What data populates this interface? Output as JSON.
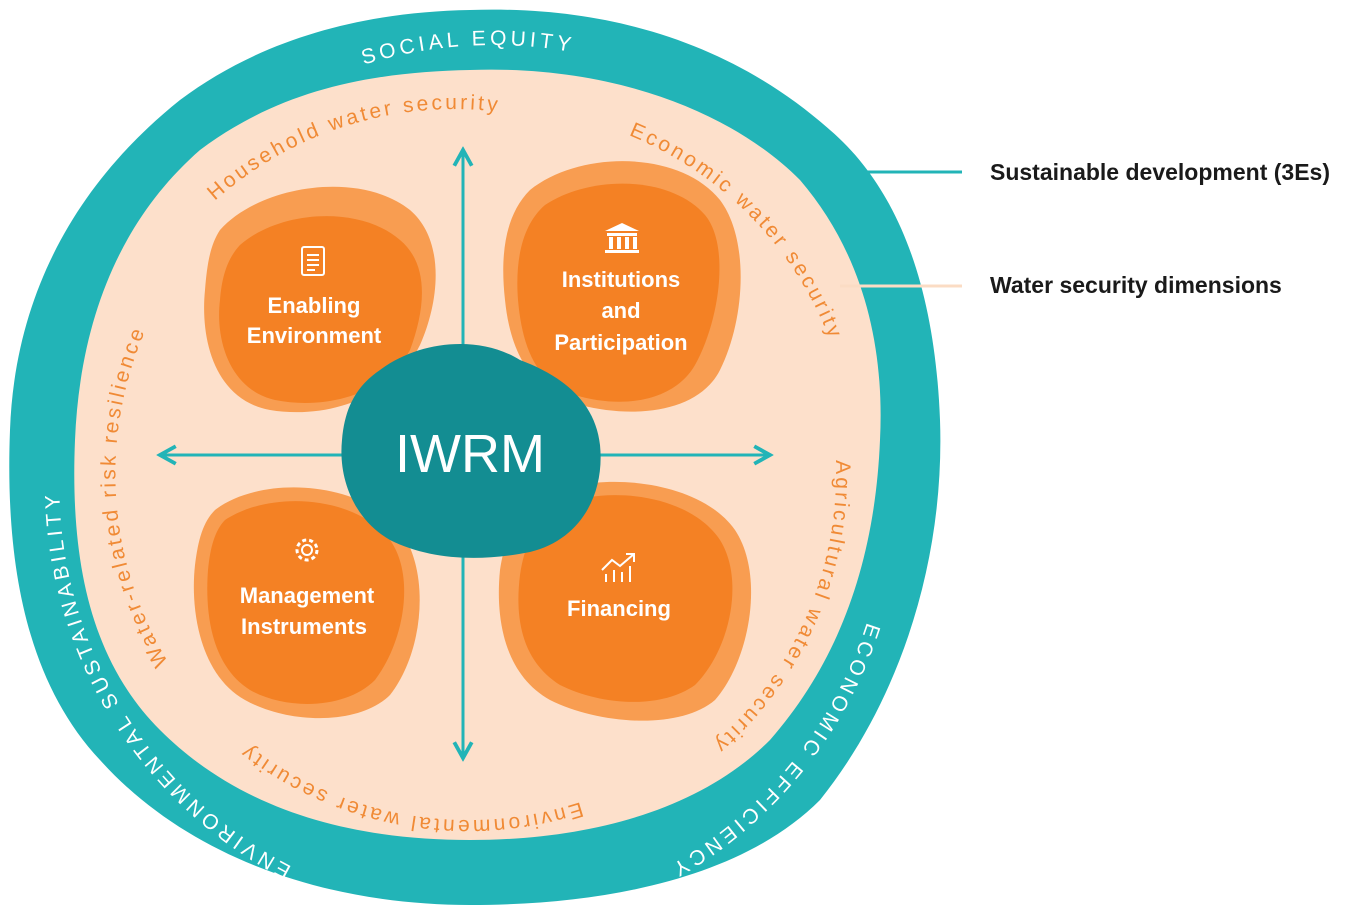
{
  "center": {
    "label": "IWRM"
  },
  "ring_outer_labels": {
    "top": "SOCIAL EQUITY",
    "left": "ENVIRONMENTAL SUSTAINABILITY",
    "right": "ECONOMIC EFFICIENCY"
  },
  "ring_inner_labels": {
    "top_left": "Household water security",
    "top_right": "Economic water security",
    "right": "Agricultural water security",
    "bottom": "Environmental water security",
    "left": "Water-related risk resilience"
  },
  "quadrants": [
    {
      "line1": "Enabling",
      "line2": "Environment",
      "icon": "document-icon"
    },
    {
      "line1": "Institutions",
      "line2": "and",
      "line3": "Participation",
      "icon": "institution-building-icon"
    },
    {
      "line1": "Management",
      "line2": "Instruments",
      "icon": "gear-icon"
    },
    {
      "line1": "Financing",
      "icon": "growth-chart-icon"
    }
  ],
  "legend": [
    {
      "label": "Sustainable development (3Es)",
      "color": "#22b4b7"
    },
    {
      "label": "Water security dimensions",
      "color": "#fbdcc4"
    }
  ],
  "colors": {
    "teal": "#22b4b7",
    "teal_dark": "#138d92",
    "peach": "#fde0cb",
    "orange": "#f48124",
    "orange_light": "#f89d51",
    "orange_text": "#f08a35",
    "white": "#ffffff",
    "text_dark": "#1a1a1a"
  }
}
